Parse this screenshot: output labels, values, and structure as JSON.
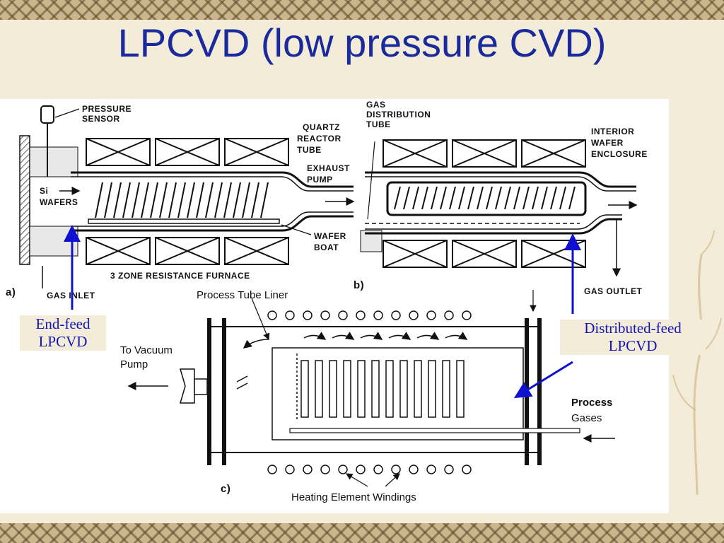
{
  "slide": {
    "title": "LPCVD (low pressure CVD)"
  },
  "diagram_a": {
    "panel_label": "a)",
    "pressure_sensor": "PRESSURE SENSOR",
    "quartz_reactor_tube": "QUARTZ REACTOR TUBE",
    "exhaust_pump": "EXHAUST PUMP",
    "si_wafers": "Si WAFERS",
    "wafer_boat": "WAFER BOAT",
    "furnace": "3 ZONE RESISTANCE FURNACE",
    "gas_inlet": "GAS INLET"
  },
  "diagram_b": {
    "panel_label": "b)",
    "gas_distribution_tube": "GAS DISTRIBUTION TUBE",
    "interior_wafer_enclosure": "INTERIOR WAFER ENCLOSURE",
    "gas_outlet": "GAS OUTLET"
  },
  "diagram_c": {
    "panel_label": "c)",
    "process_tube_liner": "Process Tube Liner",
    "to_vacuum_pump": "To Vacuum Pump",
    "process_gases": "Process Gases",
    "heating_element_windings": "Heating Element Windings"
  },
  "callouts": {
    "end_feed": "End-feed LPCVD",
    "distributed_feed": "Distributed-feed LPCVD"
  },
  "colors": {
    "title": "#1a2a9c",
    "callout_text": "#1414b8",
    "arrow": "#1010d0",
    "background": "#f3ecd9"
  }
}
